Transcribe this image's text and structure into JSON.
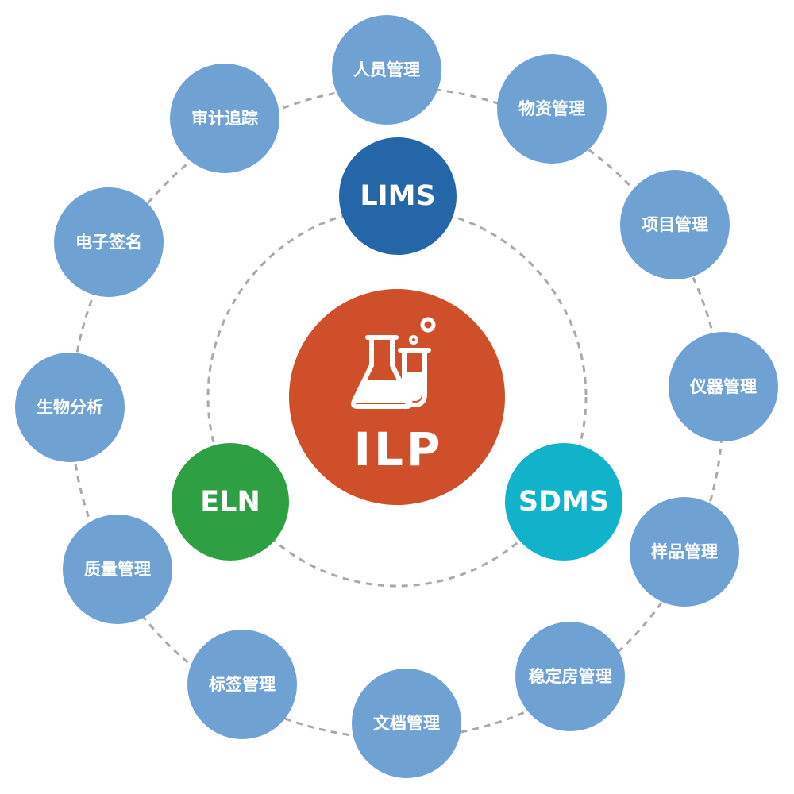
{
  "colors": {
    "outer_node": "#6fa1d3",
    "ring": "#a9a9a9",
    "center": "#cf4f2a"
  },
  "center": {
    "label": "ILP",
    "icon": "lab-flask-test-tube-icon"
  },
  "inner_nodes": [
    {
      "label": "LIMS",
      "color": "#2566a8"
    },
    {
      "label": "ELN",
      "color": "#2ea043"
    },
    {
      "label": "SDMS",
      "color": "#11b3cb"
    }
  ],
  "outer_nodes": [
    {
      "label": "人员管理"
    },
    {
      "label": "物资管理"
    },
    {
      "label": "项目管理"
    },
    {
      "label": "仪器管理"
    },
    {
      "label": "样品管理"
    },
    {
      "label": "稳定房管理"
    },
    {
      "label": "文档管理"
    },
    {
      "label": "标签管理"
    },
    {
      "label": "质量管理"
    },
    {
      "label": "生物分析"
    },
    {
      "label": "电子签名"
    },
    {
      "label": "审计追踪"
    }
  ]
}
